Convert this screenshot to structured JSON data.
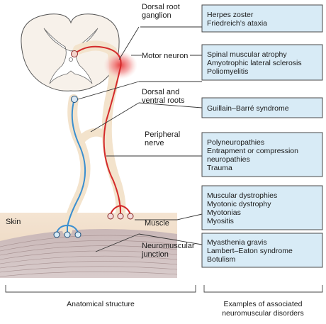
{
  "structures": [
    {
      "name": "Dorsal root ganglion",
      "lines": [
        "Dorsal root",
        "ganglion"
      ]
    },
    {
      "name": "Motor neuron",
      "lines": [
        "Motor neuron"
      ]
    },
    {
      "name": "Dorsal and ventral roots",
      "lines": [
        "Dorsal and",
        "ventral roots"
      ]
    },
    {
      "name": "Peripheral nerve",
      "lines": [
        "Peripheral",
        "nerve"
      ]
    },
    {
      "name": "Muscle",
      "lines": [
        "Muscle"
      ]
    },
    {
      "name": "Neuromuscular junction",
      "lines": [
        "Neuromuscular",
        "junction"
      ]
    }
  ],
  "disorders": [
    {
      "lines": [
        "Herpes zoster",
        "Friedreich’s ataxia"
      ]
    },
    {
      "lines": [
        "Spinal muscular atrophy",
        "Amyotrophic lateral sclerosis",
        "Poliomyelitis"
      ]
    },
    {
      "lines": [
        "Guillain–Barré syndrome"
      ]
    },
    {
      "lines": [
        "Polyneuropathies",
        "Entrapment or compression",
        "neuropathies",
        "Trauma"
      ]
    },
    {
      "lines": [
        "Muscular dystrophies",
        "Myotonic dystrophy",
        "Myotonias",
        "Myositis"
      ]
    },
    {
      "lines": [
        "Myasthenia gravis",
        "Lambert–Eaton syndrome",
        "Botulism"
      ]
    }
  ],
  "skin_label": "Skin",
  "footer": {
    "left": [
      "Anatomical structure"
    ],
    "right": [
      "Examples of associated",
      "neuromuscular disorders"
    ]
  },
  "colors": {
    "motor_axon": "#d42a2a",
    "sensory_axon": "#3a8fd0",
    "box_fill": "#d8ebf6",
    "nerve_sheath": "#f3e3cc",
    "ganglion_glow": "#f39a9a"
  }
}
